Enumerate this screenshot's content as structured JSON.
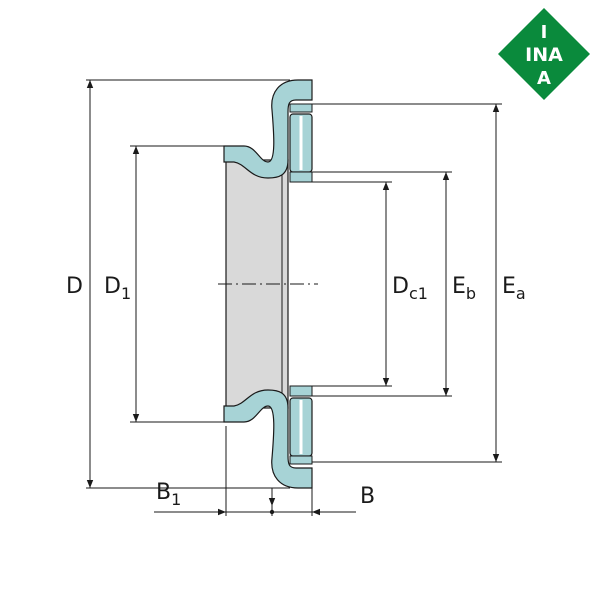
{
  "logo": {
    "letters": [
      "I",
      "N",
      "A"
    ],
    "top": "I",
    "middle": "INA",
    "bottom": "A",
    "color": "#0a8a3c"
  },
  "dimensions": {
    "D": {
      "main": "D",
      "sub": ""
    },
    "D1": {
      "main": "D",
      "sub": "1"
    },
    "Dc1": {
      "main": "D",
      "sub": "c1"
    },
    "Eb": {
      "main": "E",
      "sub": "b"
    },
    "Ea": {
      "main": "E",
      "sub": "a"
    },
    "B1": {
      "main": "B",
      "sub": "1"
    },
    "B": {
      "main": "B",
      "sub": ""
    }
  },
  "colors": {
    "housing": "#a7d3d6",
    "bore": "#d9d9d9",
    "line": "#1a1a1a"
  }
}
